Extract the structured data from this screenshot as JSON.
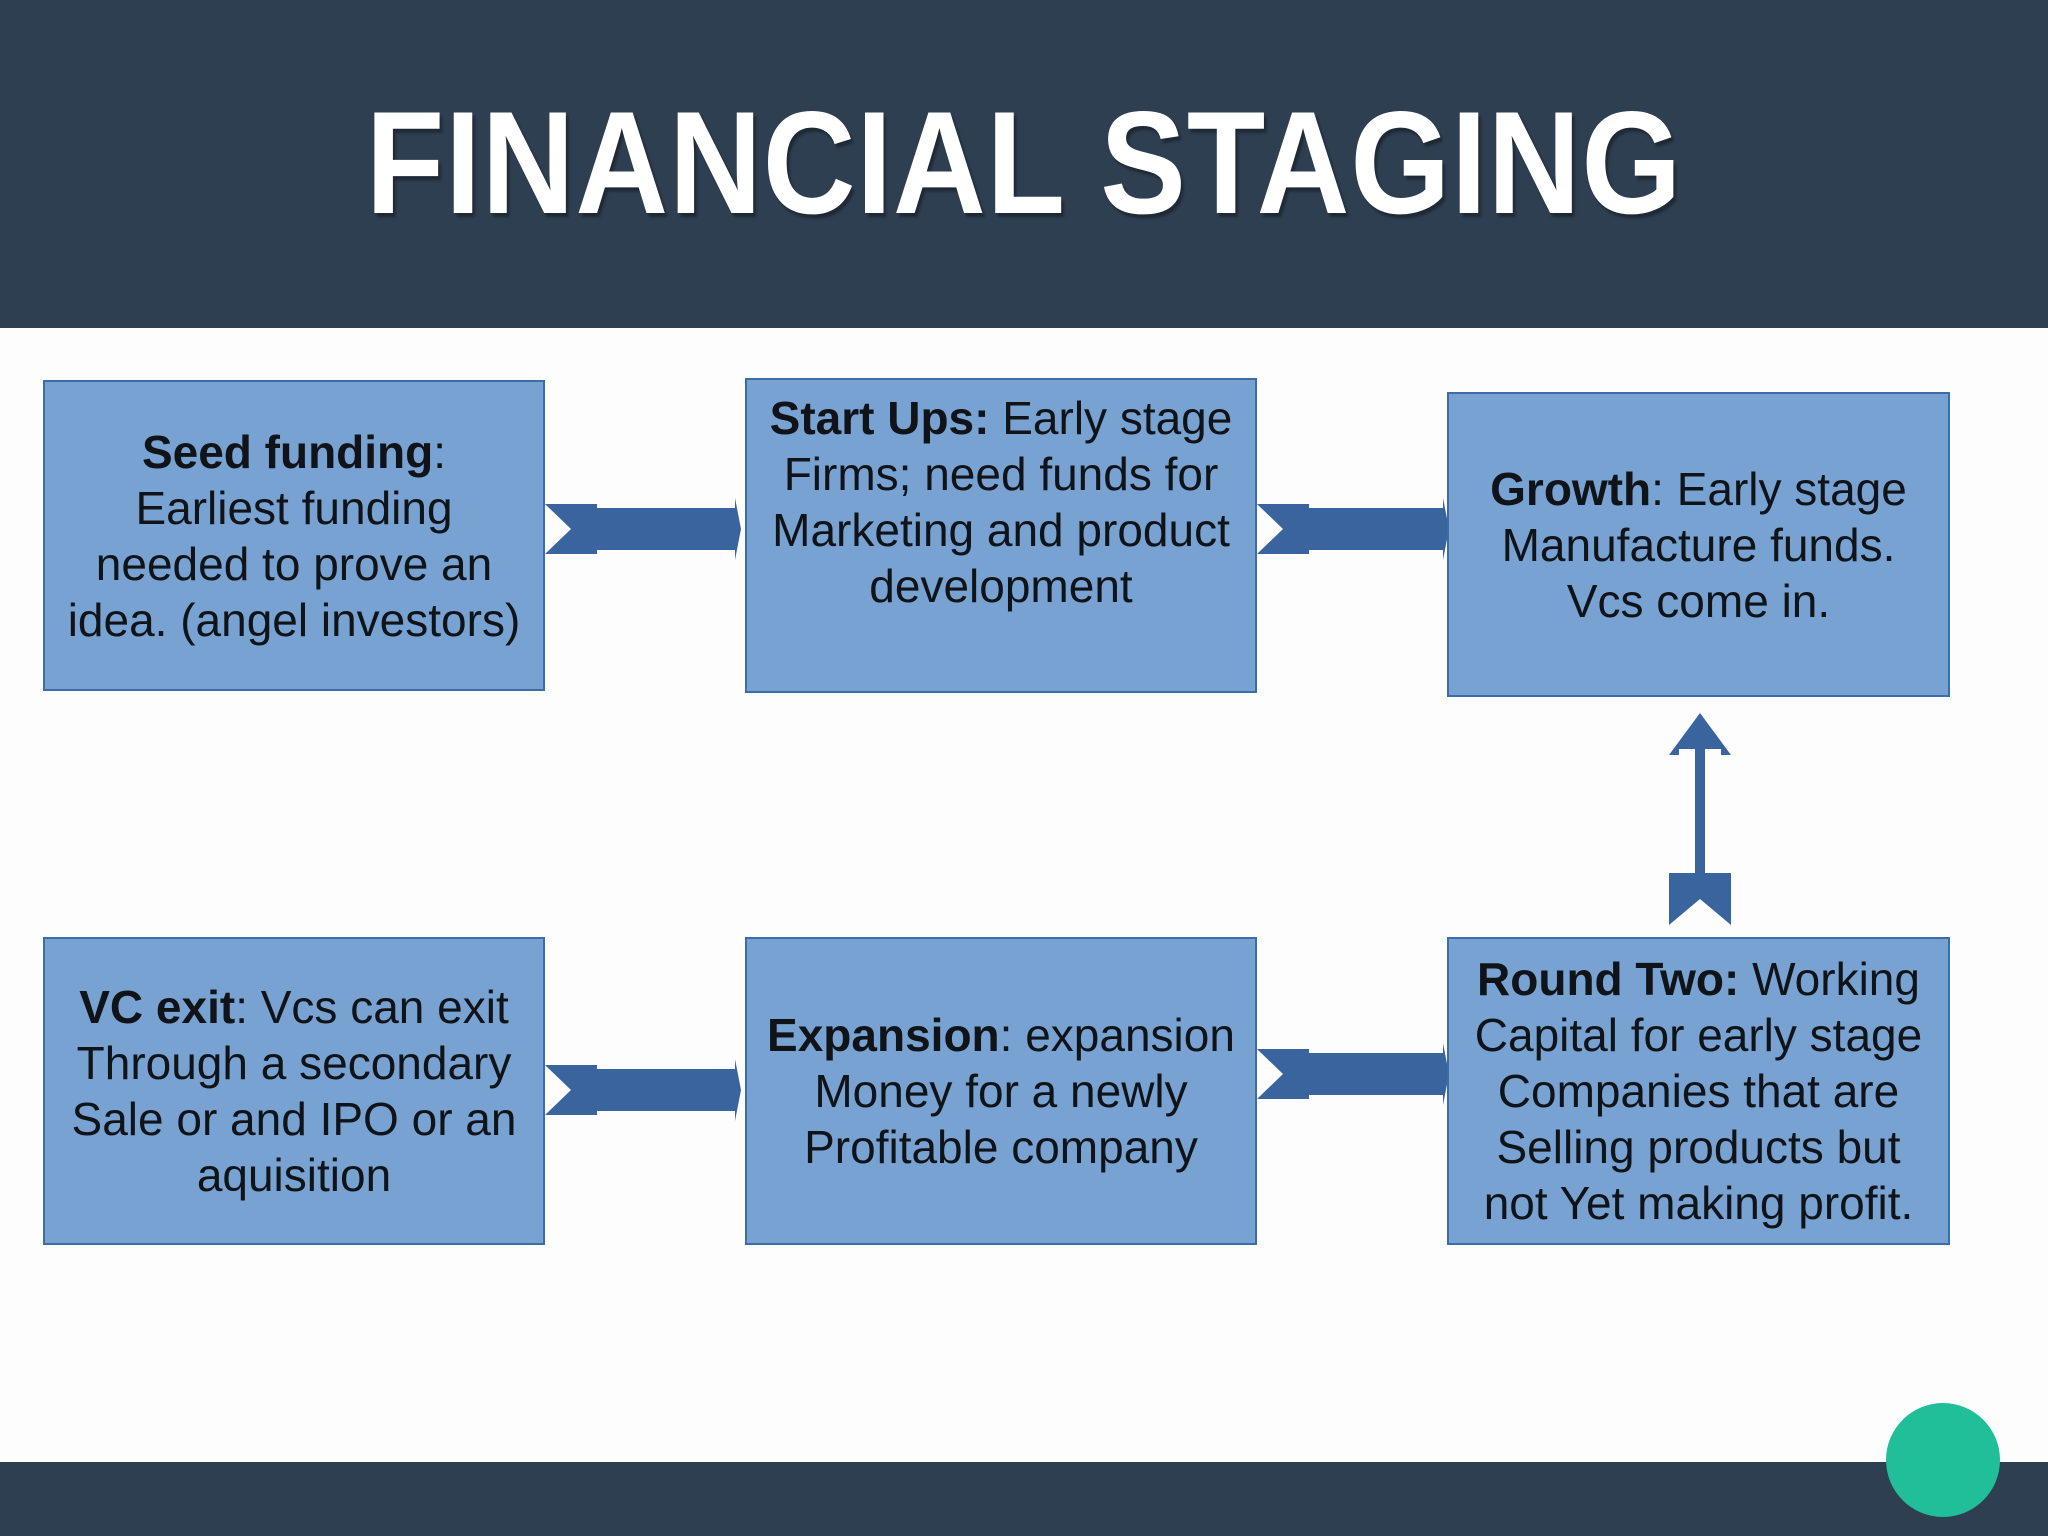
{
  "slide": {
    "title": "FINANCIAL STAGING",
    "header_color": "#2E3F51",
    "box_fill_color": "#77A2D2",
    "box_border_color": "#3C6DA8",
    "arrow_color": "#3A649E",
    "accent_circle_color": "#20BE99",
    "background_color": "#FDFDFD"
  },
  "boxes": [
    {
      "id": "seed-funding",
      "heading": "Seed funding",
      "separator": ":",
      "body": " Earliest funding needed to prove an idea. (angel investors)",
      "full_text": "Seed funding: Earliest funding needed to prove an idea. (angel investors)"
    },
    {
      "id": "start-ups",
      "heading": "Start Ups:",
      "separator": "",
      "body": " Early stage Firms; need funds for Marketing and product development",
      "full_text": "Start Ups: Early stage Firms; need funds for Marketing and product development"
    },
    {
      "id": "growth",
      "heading": "Growth",
      "separator": ":",
      "body": " Early stage Manufacture funds. Vcs come in.",
      "full_text": "Growth: Early stage Manufacture funds. Vcs come in."
    },
    {
      "id": "vc-exit",
      "heading": "VC exit",
      "separator": ":",
      "body": " Vcs can exit Through a secondary Sale or and IPO or an aquisition",
      "full_text": "VC exit: Vcs can exit Through a secondary Sale or and IPO or an aquisition"
    },
    {
      "id": "expansion",
      "heading": "Expansion",
      "separator": ":",
      "body": " expansion Money for a newly Profitable company",
      "full_text": "Expansion: expansion Money for a newly Profitable company"
    },
    {
      "id": "round-two",
      "heading": "Round Two:",
      "separator": "",
      "body": " Working Capital for early stage Companies that are Selling products but not Yet making profit.",
      "full_text": "Round Two: Working Capital for early stage Companies that are Selling products but not Yet making profit."
    }
  ],
  "arrows": [
    {
      "id": "seed-to-startups",
      "from": "seed-funding",
      "to": "start-ups",
      "direction": "right"
    },
    {
      "id": "startups-to-growth",
      "from": "start-ups",
      "to": "growth",
      "direction": "right"
    },
    {
      "id": "vcexit-to-expansion",
      "from": "vc-exit",
      "to": "expansion",
      "direction": "right"
    },
    {
      "id": "expansion-to-roundtwo",
      "from": "expansion",
      "to": "round-two",
      "direction": "right"
    },
    {
      "id": "roundtwo-to-growth",
      "from": "round-two",
      "to": "growth",
      "direction": "up"
    }
  ]
}
